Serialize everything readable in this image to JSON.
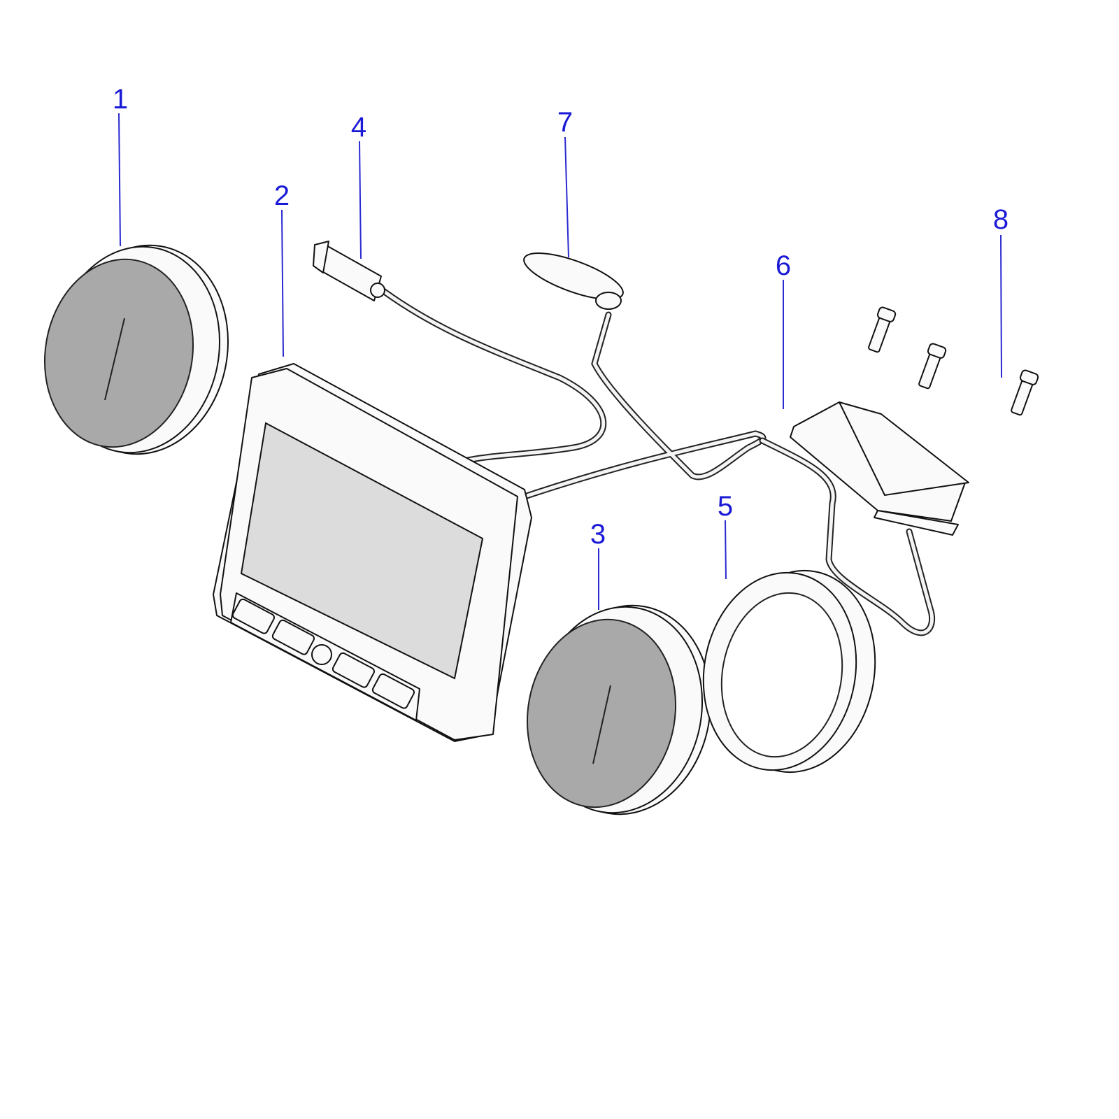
{
  "diagram": {
    "callouts": [
      {
        "number": "1",
        "part": "speaker"
      },
      {
        "number": "2",
        "part": "display"
      },
      {
        "number": "3",
        "part": "speaker"
      },
      {
        "number": "4",
        "part": "usb-cable"
      },
      {
        "number": "5",
        "part": "speaker-ring"
      },
      {
        "number": "6",
        "part": "module"
      },
      {
        "number": "7",
        "part": "antenna"
      },
      {
        "number": "8",
        "part": "screw"
      }
    ],
    "colors": {
      "callout": "#1a1ad6",
      "lens": "#a9a9a9",
      "screen": "#dcdcdc"
    }
  }
}
